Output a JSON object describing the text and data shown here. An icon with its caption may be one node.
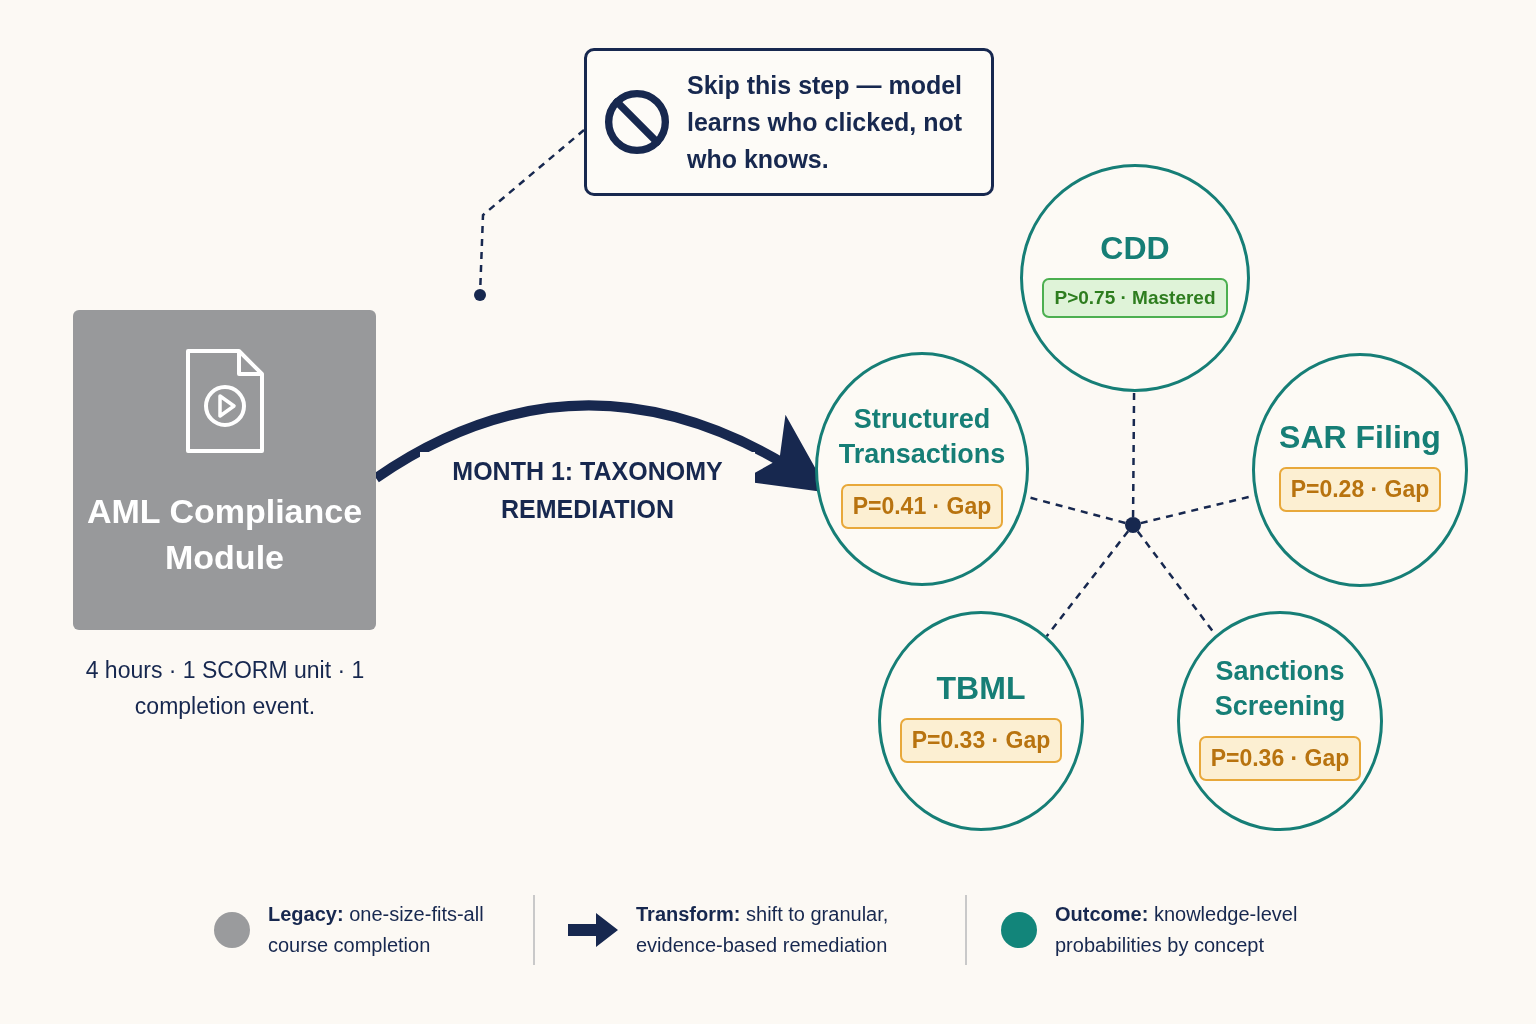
{
  "diagram": {
    "nodes": [
      {
        "text": [
          "AML Compliance Module"
        ],
        "beside": [
          "4 hours · 1 SCORM unit · 1 completion event."
        ]
      },
      {
        "text": [
          "Skip this step — model learns who clicked, not who knows."
        ]
      },
      {
        "text": [],
        "shape": "circle"
      },
      {
        "text": [
          "CDD"
        ]
      },
      {
        "text": [
          "P>0.75 · Mastered"
        ],
        "in": 3
      },
      {
        "text": [
          "Structured Transactions"
        ]
      },
      {
        "text": [
          "P=0.41 · Gap"
        ],
        "in": 5
      },
      {
        "text": [
          "SAR Filing"
        ]
      },
      {
        "text": [
          "P=0.28 · Gap"
        ],
        "in": 7
      },
      {
        "text": [
          "TBML"
        ]
      },
      {
        "text": [
          "P=0.33 · Gap"
        ],
        "in": 9
      },
      {
        "text": [
          "Sanctions Screening"
        ]
      },
      {
        "text": [
          "P=0.36 · Gap"
        ],
        "in": 11
      },
      {
        "text": [],
        "shape": "circle"
      }
    ],
    "edges": [
      {
        "from": 1,
        "to": 2,
        "arrow": "none",
        "style": "dashed"
      },
      {
        "from": 0,
        "to": 5,
        "arrow": "to",
        "style": "thick",
        "label": "MONTH 1: TAXONOMY REMEDIATION"
      },
      {
        "from": 13,
        "to": 3,
        "arrow": "none",
        "style": "dashed"
      },
      {
        "from": 13,
        "to": 5,
        "arrow": "none",
        "style": "dashed"
      },
      {
        "from": 13,
        "to": 7,
        "arrow": "none",
        "style": "dashed"
      },
      {
        "from": 13,
        "to": 9,
        "arrow": "none",
        "style": "dashed"
      },
      {
        "from": 13,
        "to": 11,
        "arrow": "none",
        "style": "dashed"
      }
    ],
    "legend": [
      {
        "text": "**Legacy:** one-size-fits-all course completion",
        "color": "#9a9b9d"
      },
      {
        "text": "**Transform:** shift to granular, evidence-based remediation"
      },
      {
        "text": "**Outcome:** knowledge-level probabilities by concept",
        "color": "#12857a"
      }
    ]
  }
}
